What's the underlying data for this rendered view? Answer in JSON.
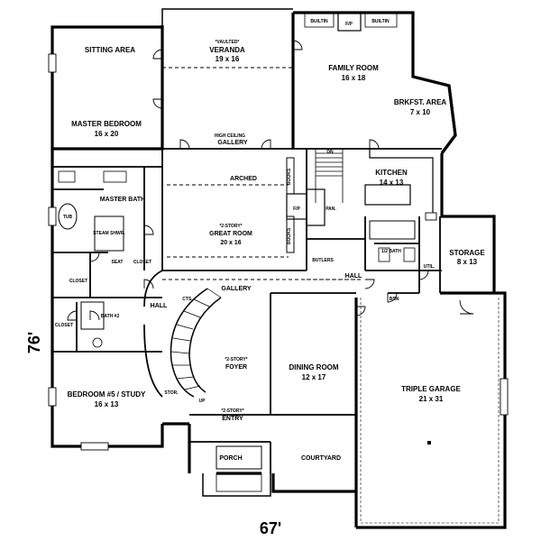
{
  "dimensions": {
    "width": "67'",
    "depth": "76'"
  },
  "rooms": {
    "sitting_area": {
      "name": "SITTING AREA"
    },
    "master_bedroom": {
      "name": "MASTER BEDROOM",
      "size": "16 x 20"
    },
    "veranda": {
      "note": "*VAULTED*",
      "name": "VERANDA",
      "size": "19 x 16"
    },
    "family_room": {
      "name": "FAMILY ROOM",
      "size": "16 x 18"
    },
    "brkfst_area": {
      "name": "BRKFST. AREA",
      "size": "7 x 10"
    },
    "gallery_top": {
      "note": "HIGH CEILING",
      "name": "GALLERY"
    },
    "arched": {
      "name": "ARCHED"
    },
    "great_room": {
      "note": "*2-STORY*",
      "name": "GREAT ROOM",
      "size": "20 x 16"
    },
    "kitchen": {
      "name": "KITCHEN",
      "size": "14 x 13"
    },
    "master_bath": {
      "name": "MASTER BATH"
    },
    "storage": {
      "name": "STORAGE",
      "size": "8 x 13"
    },
    "half_bath": {
      "name": "1/2 BATH"
    },
    "gallery_mid": {
      "name": "GALLERY"
    },
    "hall_left": {
      "name": "HALL"
    },
    "hall_right": {
      "name": "HALL"
    },
    "butlers": {
      "name": "BUTLERS"
    },
    "bath2": {
      "name": "BATH #2"
    },
    "foyer": {
      "note": "*2-STORY*",
      "name": "FOYER"
    },
    "dining_room": {
      "name": "DINING ROOM",
      "size": "12 x 17"
    },
    "triple_garage": {
      "name": "TRIPLE GARAGE",
      "size": "21 x 31"
    },
    "bedroom5": {
      "name": "BEDROOM #5 / STUDY",
      "size": "16 x 13"
    },
    "entry": {
      "note": "*2-STORY*",
      "name": "ENTRY"
    },
    "porch": {
      "name": "PORCH"
    },
    "courtyard": {
      "name": "COURTYARD"
    }
  },
  "fixtures": {
    "builtin_left": "BUILTIN",
    "fireplace_top": "F/P",
    "builtin_right": "BUILTIN",
    "books_upper": "BOOKS",
    "books_lower": "BOOKS",
    "fireplace_great": "F/P",
    "pantry": "PAN.",
    "tub": "TUB",
    "steam_shower": "STEAM SHWR.",
    "seat": "SEAT",
    "closet_master": "CLOSET",
    "closet_left": "CLOSET",
    "closet_bed5": "CLOSET",
    "util": "UTIL.",
    "storage_small": "STOR.",
    "cts": "CTS.",
    "up": "UP",
    "dn": "DN",
    "bsn": "BSN"
  }
}
